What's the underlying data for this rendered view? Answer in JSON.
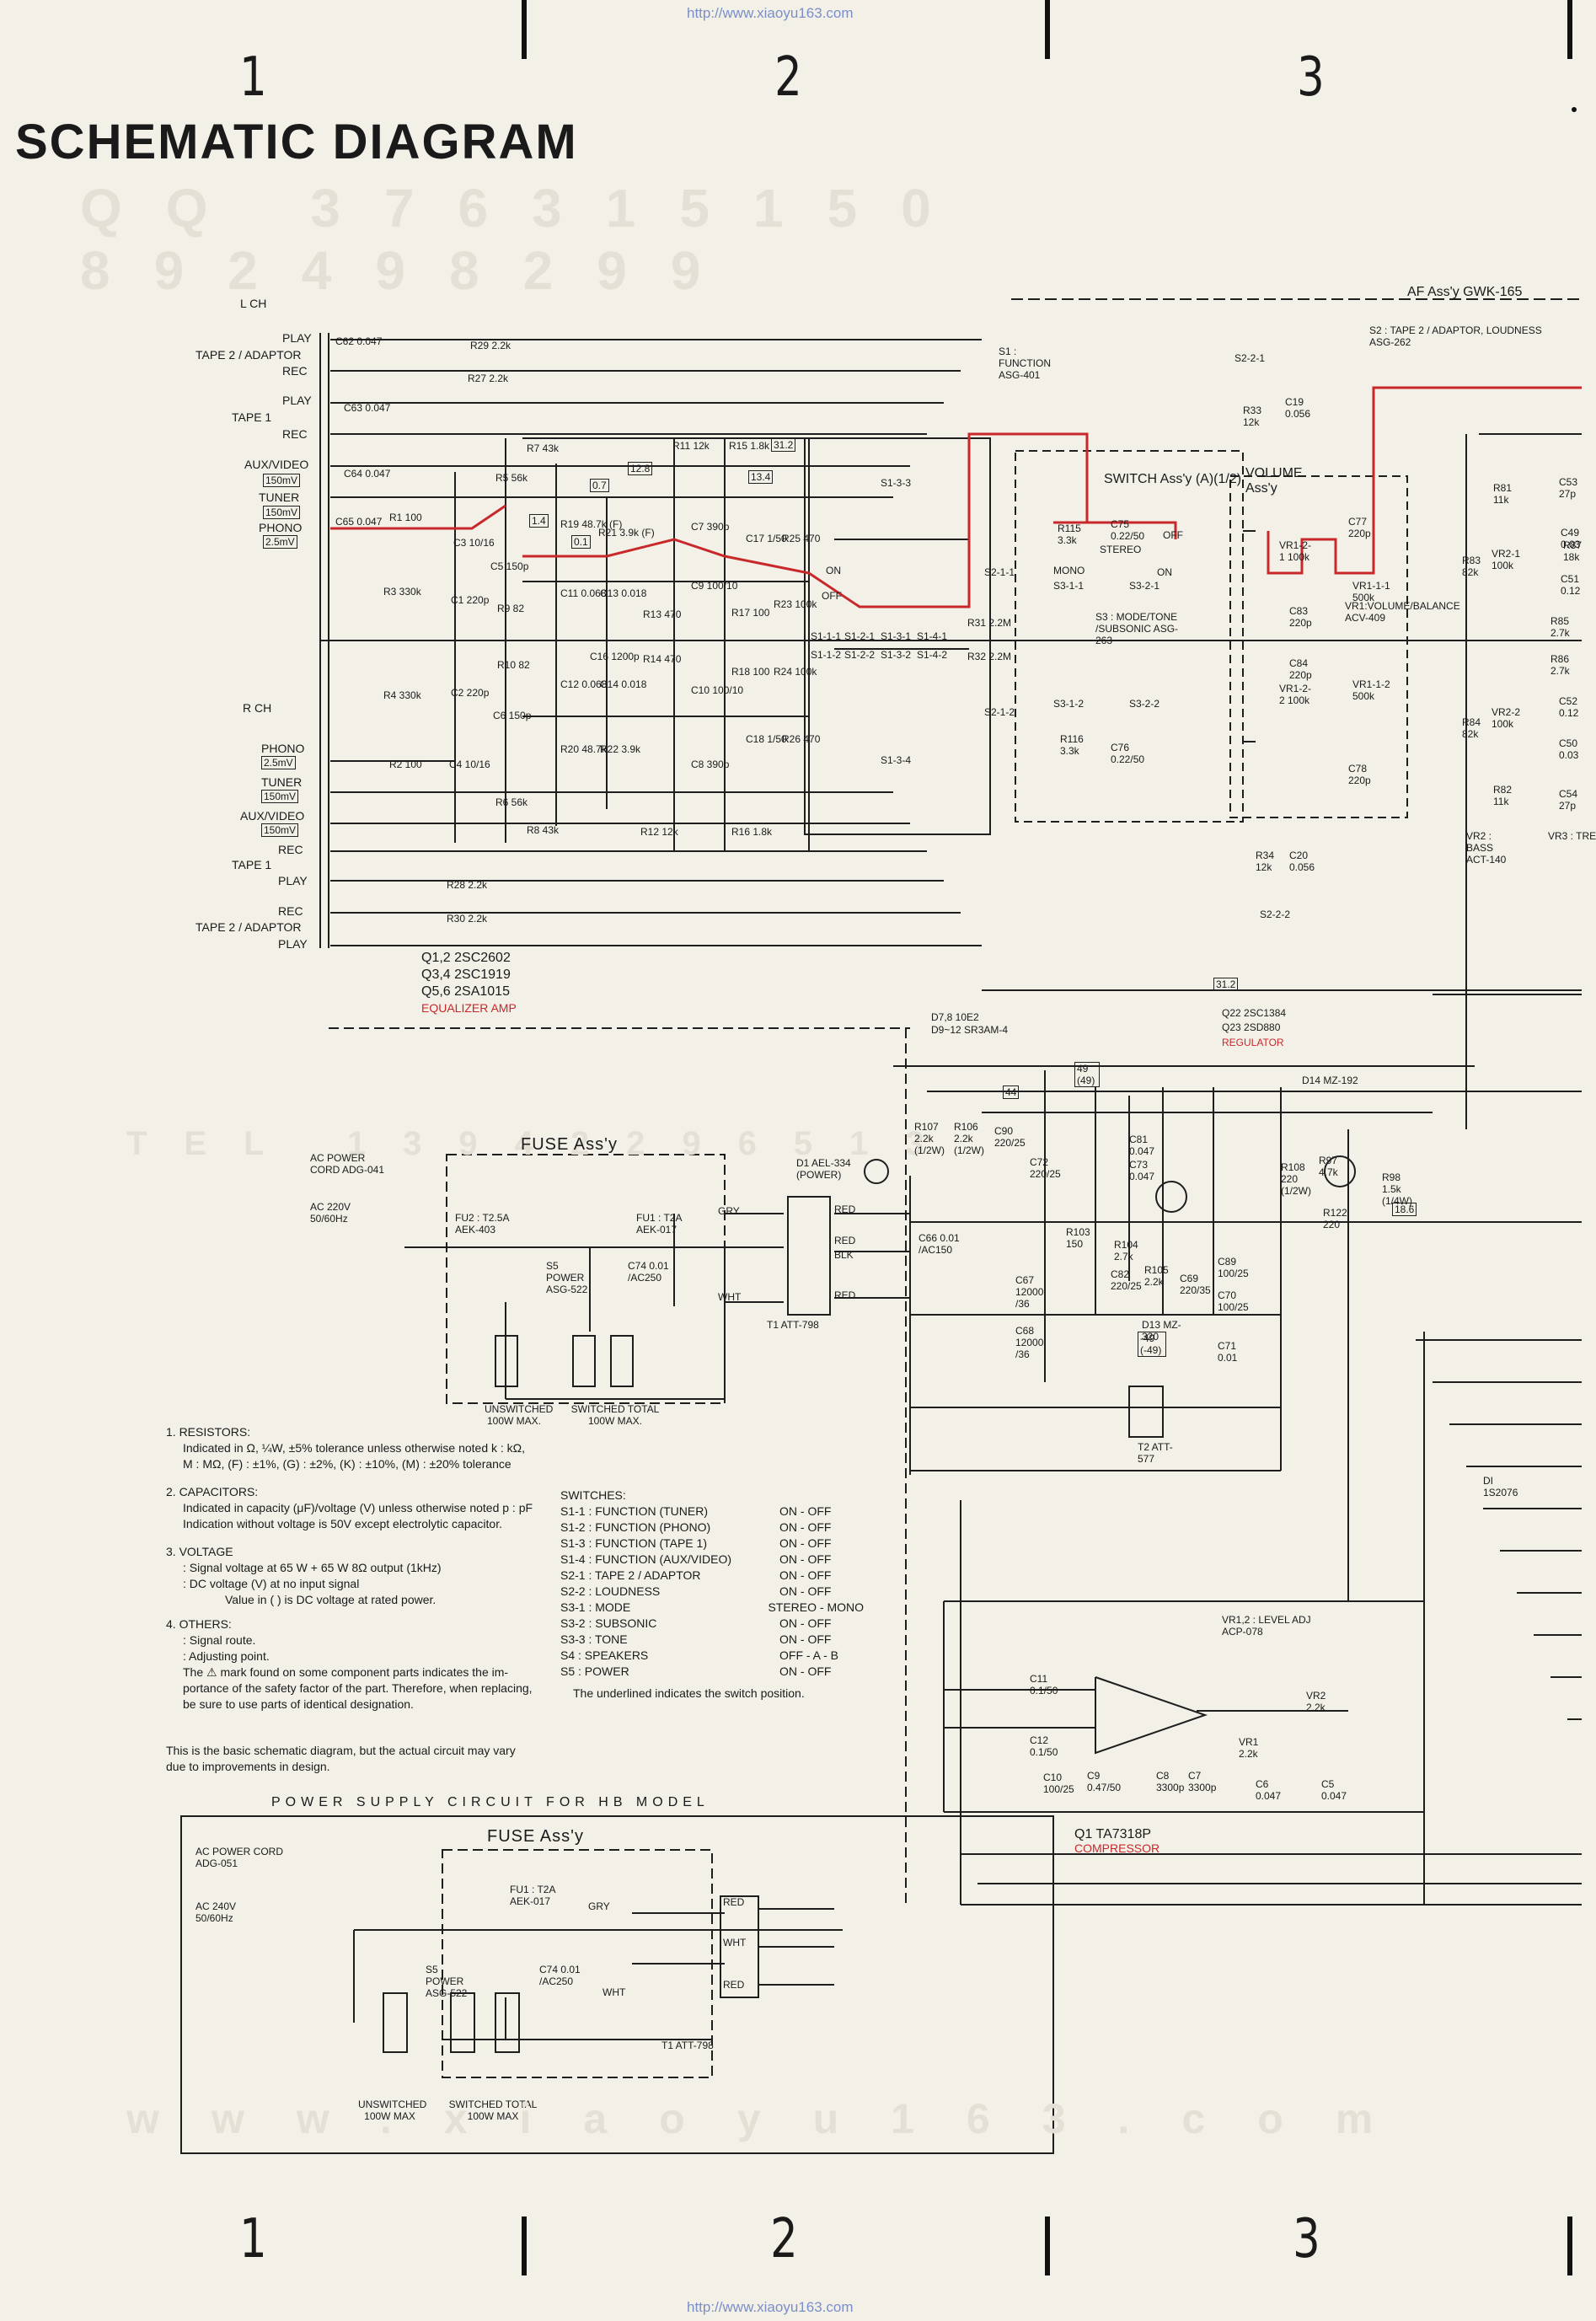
{
  "header": {
    "url": "http://www.xiaoyu163.com",
    "zones": [
      "1",
      "2",
      "3"
    ],
    "title": "SCHEMATIC DIAGRAM",
    "watermark_digits": "QQ 376315150 892498299",
    "watermark_tel": "TEL 13942296513"
  },
  "footer": {
    "url": "http://www.xiaoyu163.com",
    "zones": [
      "1",
      "2",
      "3"
    ],
    "watermark": "www.xiaoyu163.com"
  },
  "left_inputs": {
    "lch": "L CH",
    "rch": "R CH",
    "labels_l": [
      "PLAY",
      "TAPE 2 / ADAPTOR",
      "REC",
      "PLAY",
      "TAPE 1",
      "REC",
      "AUX/VIDEO",
      "TUNER",
      "PHONO"
    ],
    "levels_l": [
      "150mV",
      "150mV",
      "2.5mV"
    ],
    "labels_r": [
      "PHONO",
      "TUNER",
      "AUX/VIDEO",
      "REC",
      "TAPE 1",
      "PLAY",
      "REC",
      "TAPE 2 / ADAPTOR",
      "PLAY"
    ],
    "levels_r": [
      "2.5mV",
      "150mV",
      "150mV"
    ]
  },
  "eq_amp": {
    "transistors": [
      "Q1,2 2SC2602",
      "Q3,4 2SC1919",
      "Q5,6 2SA1015"
    ],
    "caption": "EQUALIZER AMP",
    "parts": [
      "R29 2.2k",
      "R27 2.2k",
      "C62 0.047",
      "C63 0.047",
      "C64 0.047",
      "C65 0.047",
      "R1 100",
      "R5 56k",
      "R7 43k",
      "R11 12k",
      "R15 1.8k",
      "R19 48.7k (F)",
      "R21 3.9k (F)",
      "C11 0.068",
      "C13 0.018",
      "R13 470",
      "C9 100/10",
      "R17 100",
      "C17 1/50",
      "R25 470",
      "R23 100k",
      "C5 150p",
      "C7 390p",
      "R3 330k",
      "C1 220p",
      "R9 82",
      "R10 82",
      "C16 1200p",
      "R14 470",
      "R18 100",
      "R24 100k",
      "R4 330k",
      "C2 220p",
      "C6 150p",
      "R2 100",
      "C4 10/16",
      "R6 56k",
      "R8 43k",
      "R20 48.7k",
      "R22 3.9k",
      "C12 0.068",
      "C14 0.018",
      "C10 100/10",
      "C18 1/50",
      "R26 470",
      "C8 390p",
      "R12 12k",
      "R16 1.8k",
      "R28 2.2k",
      "R30 2.2k",
      "C3 10/16"
    ],
    "voltages": [
      "12.8",
      "0.7",
      "1.4",
      "13.4",
      "31.2",
      "0.1"
    ]
  },
  "function_switch": {
    "title": "S1 : FUNCTION ASG-401",
    "poles": [
      "S1-3-3",
      "S1-1-1",
      "S1-2-1",
      "S1-3-1",
      "S1-4-1",
      "S2-1-1",
      "S1-1-2",
      "S1-2-2",
      "S1-3-2",
      "S1-4-2",
      "S2-1-2",
      "S1-3-4"
    ],
    "parts": [
      "R31 2.2M",
      "R32 2.2M"
    ],
    "on": "ON",
    "off": "OFF"
  },
  "switch_assy": {
    "title": "SWITCH Ass'y (A)(1/2)",
    "subtitle": "S3 : MODE/TONE /SUBSONIC ASG-263",
    "labels": [
      "MONO",
      "STEREO",
      "S3-1-1",
      "S3-2-1",
      "S3-1-2",
      "S3-2-2",
      "R115 3.3k",
      "C75 0.22/50",
      "R116 3.3k",
      "C76 0.22/50"
    ],
    "off": "OFF",
    "on": "ON"
  },
  "volume_assy": {
    "title": "VOLUME Ass'y",
    "subtitle": "VR1:VOLUME/BALANCE ACV-409",
    "labels": [
      "VR1-2-1 100k",
      "VR1-1-1 500k",
      "VR1-2-2 100k",
      "VR1-1-2 500k",
      "C77 220p",
      "C83 220p",
      "C84 220p",
      "C78 220p"
    ]
  },
  "af_assy": {
    "title": "AF Ass'y GWK-165",
    "s2": "S2 : TAPE 2 / ADAPTOR, LOUDNESS ASG-262",
    "labels": [
      "S2-2-1",
      "S2-2-2",
      "R33 12k",
      "C19 0.056",
      "R34 12k",
      "C20 0.056",
      "R81 11k",
      "C53 27p",
      "C49 0.03",
      "VR2-1 100k",
      "R83 82k",
      "R85 2.7k",
      "R86 2.7k",
      "C52 0.12",
      "VR2-2 100k",
      "R84 82k",
      "C50 0.03",
      "R82 11k",
      "C54 27p",
      "R87 18k",
      "C51 0.12"
    ],
    "vr": [
      "VR2 : BASS ACT-140",
      "VR3 : TRE"
    ]
  },
  "power": {
    "fuse_title": "FUSE Ass'y",
    "cord": "AC POWER CORD ADG-041",
    "mains": "AC 220V 50/60Hz",
    "parts": [
      "FU2 : T2.5A AEK-403",
      "FU1 : T2A AEK-017",
      "S5 POWER ASG-522",
      "C74 0.01 /AC250",
      "T1 ATT-798",
      "D1 AEL-334 (POWER)",
      "C66 0.01 /AC150",
      "C67 12000 /36",
      "C68 12000 /36",
      "R107 2.2k (1/2W)",
      "R106 2.2k (1/2W)",
      "C90 220/25",
      "C72 220/25",
      "R103 150",
      "R104 2.7k",
      "R105 2.2k",
      "C82 220/25",
      "C69 220/35",
      "C89 100/25",
      "C70 100/25",
      "C71 0.01",
      "C81 0.047",
      "C73 0.047",
      "T2 ATT-577",
      "R108 220 (1/2W)",
      "R97 4.7k",
      "R98 1.5k (1/4W)",
      "R122 220"
    ],
    "diodes": [
      "D7,8 10E2",
      "D9~12 SR3AM-4",
      "D13 MZ-320",
      "D14 MZ-192",
      "DI 1S2076"
    ],
    "regulator": [
      "Q22 2SC1384",
      "Q23 2SD880"
    ],
    "regulator_caption": "REGULATOR",
    "wires": [
      "GRY",
      "RED",
      "BLK",
      "WHT",
      "RED",
      "RED"
    ],
    "outlets": [
      "UNSWITCHED 100W MAX.",
      "SWITCHED TOTAL 100W MAX."
    ],
    "voltages": [
      "31.2",
      "44",
      "49 (49)",
      "-49 (-49)",
      "18.6"
    ]
  },
  "compressor": {
    "title": "VR1,2 : LEVEL ADJ ACP-078",
    "q1": "Q1 TA7318P",
    "caption": "COMPRESSOR",
    "parts": [
      "C11 0.1/50",
      "C12 0.1/50",
      "C10 100/25",
      "C9 0.47/50",
      "C8 3300p",
      "C7 3300p",
      "VR1 2.2k",
      "C6 0.047",
      "VR2 2.2k",
      "C5 0.047"
    ]
  },
  "notes": {
    "resistors_head": "1. RESISTORS:",
    "resistors_1": "Indicated in Ω, ¼W, ±5% tolerance unless otherwise noted k : kΩ,",
    "resistors_2": "M : MΩ, (F) : ±1%, (G) : ±2%, (K) : ±10%, (M) : ±20% tolerance",
    "capacitors_head": "2. CAPACITORS:",
    "capacitors_1": "Indicated in capacity (μF)/voltage (V) unless otherwise noted p : pF",
    "capacitors_2": "Indication without voltage is 50V except electrolytic capacitor.",
    "voltage_head": "3. VOLTAGE",
    "voltage_1": ": Signal voltage at 65 W + 65 W 8Ω output (1kHz)",
    "voltage_2": ": DC voltage (V) at no input signal",
    "voltage_3": "Value in ( ) is DC voltage at rated power.",
    "others_head": "4. OTHERS:",
    "others_1": ": Signal route.",
    "others_2": ": Adjusting point.",
    "others_3": "The ⚠ mark found on some component parts indicates the im-",
    "others_4": "portance of the safety factor of the part. Therefore, when replacing,",
    "others_5": "be sure to use parts of identical designation.",
    "basic_1": "This is the basic schematic diagram, but the actual circuit may vary",
    "basic_2": "due to improvements in design."
  },
  "switches": {
    "head": "SWITCHES:",
    "items": [
      {
        "name": "S1-1 : FUNCTION (TUNER)",
        "state": "ON - OFF"
      },
      {
        "name": "S1-2 : FUNCTION (PHONO)",
        "state": "ON - OFF"
      },
      {
        "name": "S1-3 : FUNCTION (TAPE 1)",
        "state": "ON - OFF"
      },
      {
        "name": "S1-4 : FUNCTION (AUX/VIDEO)",
        "state": "ON - OFF"
      },
      {
        "name": "S2-1 : TAPE 2 / ADAPTOR",
        "state": "ON - OFF"
      },
      {
        "name": "S2-2 : LOUDNESS",
        "state": "ON - OFF"
      },
      {
        "name": "S3-1 : MODE",
        "state": "STEREO - MONO"
      },
      {
        "name": "S3-2 : SUBSONIC",
        "state": "ON - OFF"
      },
      {
        "name": "S3-3 : TONE",
        "state": "ON - OFF"
      },
      {
        "name": "S4 : SPEAKERS",
        "state": "OFF - A - B"
      },
      {
        "name": "S5 : POWER",
        "state": "ON - OFF"
      }
    ],
    "footnote": "The underlined indicates the switch position."
  },
  "hb_model": {
    "title": "POWER SUPPLY CIRCUIT FOR HB MODEL",
    "fuse_title": "FUSE Ass'y",
    "cord": "AC POWER CORD ADG-051",
    "mains": "AC 240V 50/60Hz",
    "parts": [
      "FU1 : T2A AEK-017",
      "S5 POWER ASG-522",
      "C74 0.01 /AC250",
      "T1 ATT-798"
    ],
    "wires": [
      "GRY",
      "RED",
      "WHT",
      "WHT",
      "RED"
    ],
    "outlets": [
      "UNSWITCHED 100W MAX",
      "SWITCHED TOTAL 100W MAX"
    ]
  }
}
